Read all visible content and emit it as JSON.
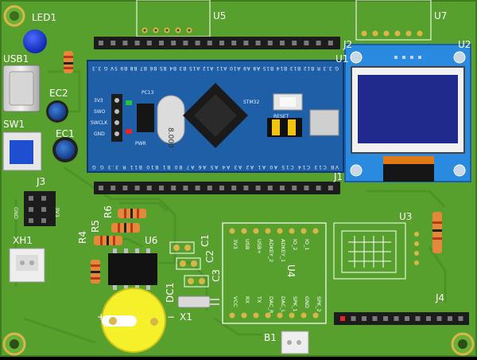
{
  "board": {
    "colors": {
      "pcb": "#58a02e",
      "trace": "#4a8f26",
      "silk": "#ffffff",
      "header": "#1c1c1c",
      "gold": "#d8b64a",
      "stm32": "#1f5fa8",
      "oled_frame": "#2a8ae0",
      "oled_screen": "#1f2a8c",
      "battery": "#f6f02a"
    }
  },
  "labels": {
    "led1": "LED1",
    "usb1": "USB1",
    "ec2": "EC2",
    "ec1": "EC1",
    "sw1": "SW1",
    "j3": "J3",
    "xh1": "XH1",
    "r4": "R4",
    "r5": "R5",
    "r6": "R6",
    "u6": "U6",
    "c1": "C1",
    "c2": "C2",
    "c3": "C3",
    "dc1": "DC1",
    "x1": "X1",
    "b1": "B1",
    "u5": "U5",
    "u7": "U7",
    "j2": "J2",
    "u1": "U1",
    "u2": "U2",
    "j1": "J1",
    "u3": "U3",
    "j4": "J4",
    "u4": "U4"
  },
  "stm32_module": {
    "top_pins": "G 3.3 R B12 B13 B14 B15 A8 A9 A10 A11 A12 A15 B3 B4 B5 B6 B7 B8 B9 5V G 3.3",
    "bottom_pins": "VB C13 C14 C15 A0 A1 A2 A3 A4 A5 A6 A7 B0 B1 B10 B11 R 3.3 G G",
    "left_header": [
      "3V3",
      "SWO",
      "SWCLK",
      "GND"
    ],
    "pc13_label": "PC13",
    "pwr_label": "PWR",
    "crystal": "8.000",
    "reset_label": "RESET",
    "chip_label": "STM32"
  },
  "u4_module": {
    "pins_left": [
      "3V3",
      "USB",
      "USB+",
      "ADKEY_2",
      "ADKEY_1",
      "IO_2",
      "IO_1"
    ],
    "pins_right": [
      "VCC",
      "RX",
      "TX",
      "DAC_R",
      "DAC_L",
      "SPK_1",
      "GND",
      "SPK_2"
    ]
  },
  "j3_pins": [
    "GND",
    "3V3"
  ]
}
